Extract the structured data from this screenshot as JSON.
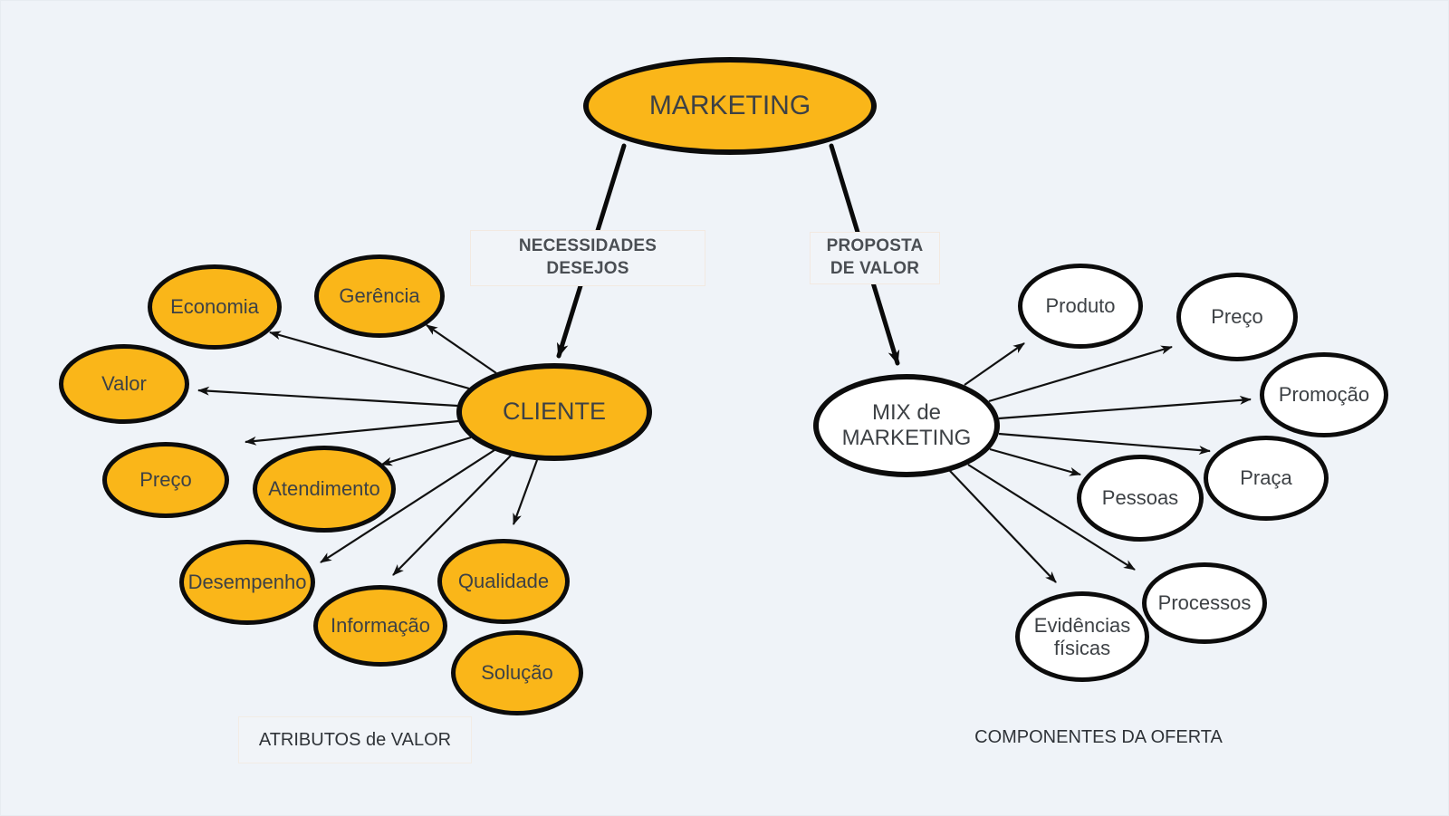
{
  "diagram": {
    "nodes": {
      "marketing": {
        "label": "MARKETING"
      },
      "cliente": {
        "label": "CLIENTE"
      },
      "mix": {
        "line1": "MIX de",
        "line2": "MARKETING"
      },
      "economia": {
        "label": "Economia"
      },
      "gerencia": {
        "label": "Gerência"
      },
      "valor": {
        "label": "Valor"
      },
      "preco_cliente": {
        "label": "Preço"
      },
      "atendimento": {
        "label": "Atendimento"
      },
      "desempenho": {
        "label": "Desempenho"
      },
      "informacao": {
        "label": "Informação"
      },
      "qualidade": {
        "label": "Qualidade"
      },
      "solucao": {
        "label": "Solução"
      },
      "produto": {
        "label": "Produto"
      },
      "preco_mix": {
        "label": "Preço"
      },
      "promocao": {
        "label": "Promoção"
      },
      "praca": {
        "label": "Praça"
      },
      "pessoas": {
        "label": "Pessoas"
      },
      "processos": {
        "label": "Processos"
      },
      "evidencias": {
        "line1": "Evidências",
        "line2": "físicas"
      }
    },
    "edge_labels": {
      "necessidades": {
        "line1": "NECESSIDADES",
        "line2": "DESEJOS"
      },
      "proposta": {
        "line1": "PROPOSTA",
        "line2": "DE VALOR"
      }
    },
    "captions": {
      "atributos": "ATRIBUTOS de VALOR",
      "componentes": "COMPONENTES DA OFERTA"
    },
    "colors": {
      "background": "#EFF3F8",
      "node_orange": "#FAB619",
      "node_white": "#FFFFFF",
      "node_border": "#0C0C0C",
      "node_text": "#3D4145",
      "edge_label_text": "#4A4E53",
      "caption_text": "#2F3338"
    }
  }
}
